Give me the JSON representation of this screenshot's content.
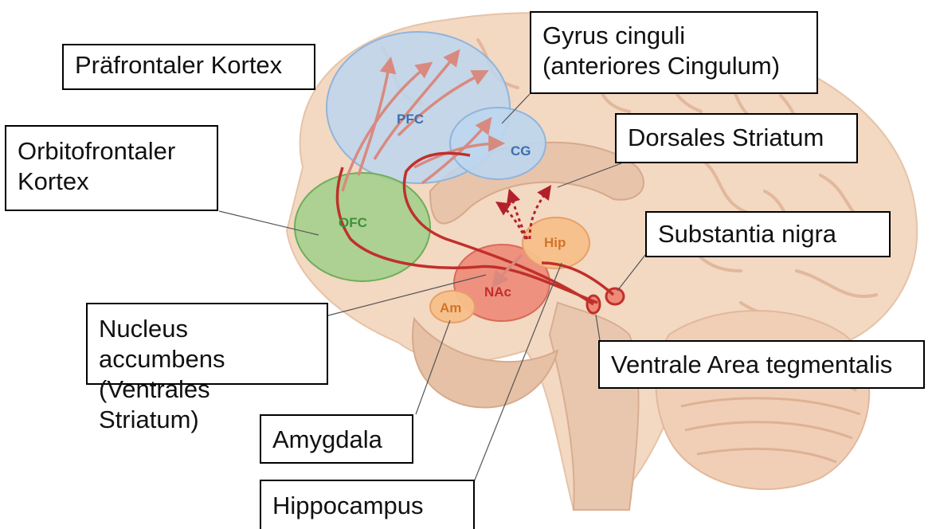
{
  "diagram": {
    "regions": [
      {
        "abbr": "PFC",
        "color": "#3b6fb0"
      },
      {
        "abbr": "CG",
        "color": "#3b6fb0"
      },
      {
        "abbr": "OFC",
        "color": "#3f8f3a"
      },
      {
        "abbr": "NAc",
        "color": "#c0302a"
      },
      {
        "abbr": "Am",
        "color": "#d4732a"
      },
      {
        "abbr": "Hip",
        "color": "#d4732a"
      }
    ],
    "labels": {
      "praefrontal": "Präfrontaler Kortex",
      "cinguli": "Gyrus cinguli\n(anteriores Cingulum)",
      "orbitofrontal": "Orbitofrontaler\nKortex",
      "dorsales_striatum": "Dorsales Striatum",
      "substantia_nigra": "Substantia nigra",
      "nucleus_accumbens": "Nucleus accumbens\n(Ventrales Striatum)",
      "vta": "Ventrale Area tegmentalis",
      "amygdala": "Amygdala",
      "hippocampus": "Hippocampus"
    },
    "colors": {
      "brain": "#f3d8c2",
      "pathway": "#c0302a",
      "prefrontal_fill": "#bcd6ee",
      "orbitofrontal_fill": "#9fd08a",
      "accumbens_fill": "#ee8a78",
      "hippocampus_fill": "#f7c08a"
    }
  }
}
